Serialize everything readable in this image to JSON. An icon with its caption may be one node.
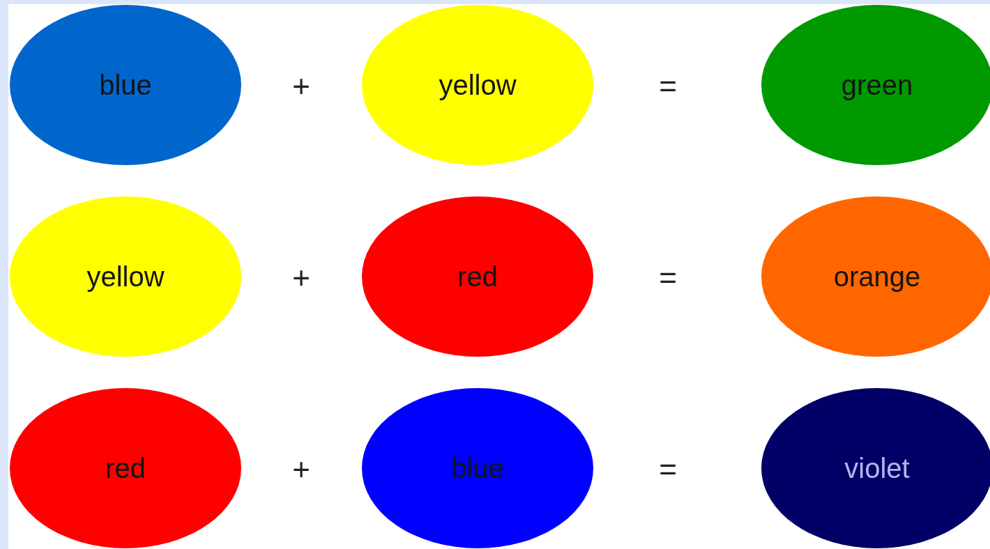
{
  "diagram": {
    "nodes": [
      {
        "text": [
          "blue"
        ]
      },
      {
        "text": [
          "yellow"
        ]
      },
      {
        "text": [
          "green"
        ]
      },
      {
        "text": [
          "yellow"
        ]
      },
      {
        "text": [
          "red"
        ]
      },
      {
        "text": [
          "orange"
        ]
      },
      {
        "text": [
          "red"
        ]
      },
      {
        "text": [
          "blue"
        ]
      },
      {
        "text": [
          "violet"
        ]
      }
    ],
    "labels": [
      "+",
      "=",
      "+",
      "=",
      "+",
      "="
    ]
  }
}
